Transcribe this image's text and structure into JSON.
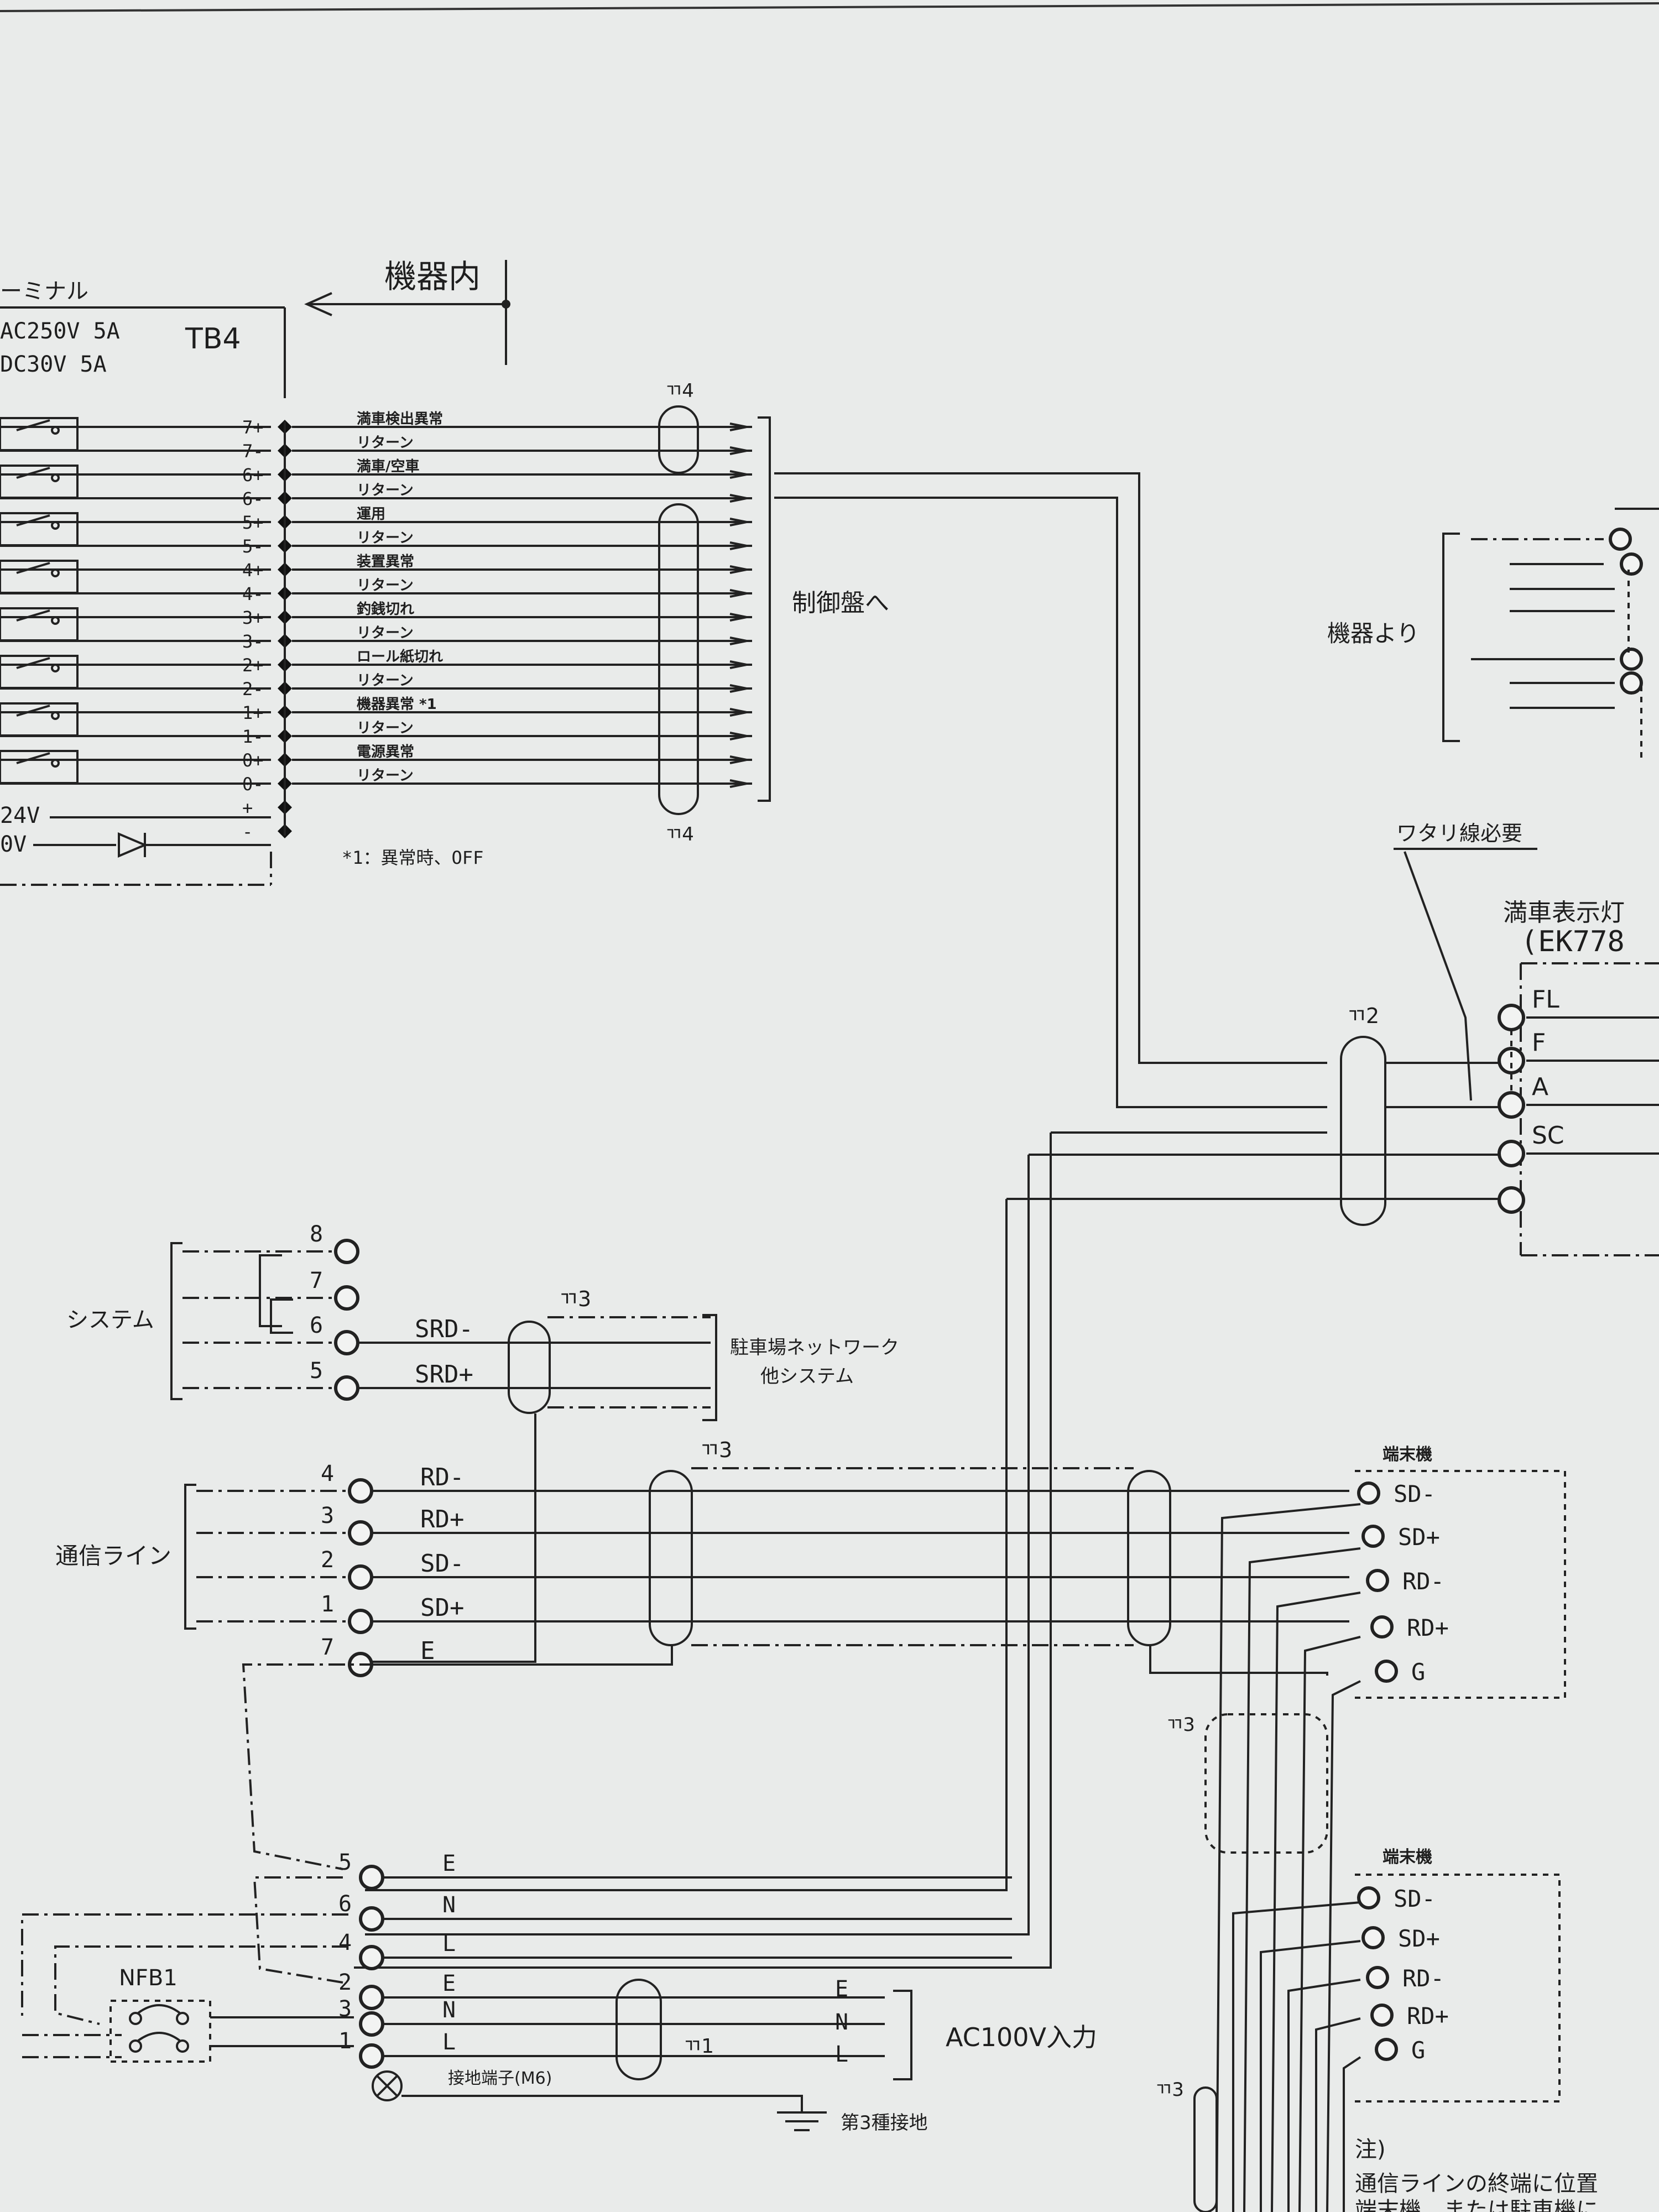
{
  "tb4": {
    "terminal_header": "ーミナル",
    "rating_ac": "AC250V 5A",
    "rating_dc": "DC30V 5A",
    "name": "TB4",
    "inside_equipment": "機器内",
    "rows": [
      {
        "term": "7+",
        "label": "満車検出異常"
      },
      {
        "term": "7-",
        "label": "リターン"
      },
      {
        "term": "6+",
        "label": "満車/空車"
      },
      {
        "term": "6-",
        "label": "リターン"
      },
      {
        "term": "5+",
        "label": "運用"
      },
      {
        "term": "5-",
        "label": "リターン"
      },
      {
        "term": "4+",
        "label": "装置異常"
      },
      {
        "term": "4-",
        "label": "リターン"
      },
      {
        "term": "3+",
        "label": "釣銭切れ"
      },
      {
        "term": "3-",
        "label": "リターン"
      },
      {
        "term": "2+",
        "label": "ロール紙切れ"
      },
      {
        "term": "2-",
        "label": "リターン"
      },
      {
        "term": "1+",
        "label": "機器異常 *1"
      },
      {
        "term": "1-",
        "label": "リターン"
      },
      {
        "term": "0+",
        "label": "電源異常"
      },
      {
        "term": "0-",
        "label": "リターン"
      },
      {
        "term": "+",
        "label": ""
      },
      {
        "term": "-",
        "label": ""
      }
    ],
    "supply_plus": "24V",
    "supply_minus": "0V",
    "footnote": "*1：異常時、OFF",
    "twist_top": "ㄲ4",
    "twist_bottom": "ㄲ4",
    "to_control_panel": "制御盤へ"
  },
  "right_equipment": {
    "from_equipment": "機器より",
    "jumper_required": "ワタリ線必要",
    "full_lamp_title": "満車表示灯",
    "full_lamp_model": "(EK778",
    "full_lamp_terminals": [
      "FL",
      "F",
      "A",
      "SC",
      ""
    ],
    "twist": "ㄲ2"
  },
  "system_block": {
    "label": "システム",
    "terminals": [
      {
        "num": "8",
        "signal": ""
      },
      {
        "num": "7",
        "signal": ""
      },
      {
        "num": "6",
        "signal": "SRD-"
      },
      {
        "num": "5",
        "signal": "SRD+"
      }
    ],
    "twist": "ㄲ3",
    "dest_line1": "駐車場ネットワーク",
    "dest_line2": "他システム"
  },
  "comm_block": {
    "label": "通信ライン",
    "terminals": [
      {
        "num": "4",
        "signal": "RD-"
      },
      {
        "num": "3",
        "signal": "RD+"
      },
      {
        "num": "2",
        "signal": "SD-"
      },
      {
        "num": "1",
        "signal": "SD+"
      },
      {
        "num": "7",
        "signal": "E"
      }
    ],
    "twist": "ㄲ3"
  },
  "terminal_units": [
    {
      "title": "端末機",
      "terminals": [
        "SD-",
        "SD+",
        "RD-",
        "RD+",
        "G"
      ]
    },
    {
      "title": "端末機",
      "terminals": [
        "SD-",
        "SD+",
        "RD-",
        "RD+",
        "G"
      ]
    }
  ],
  "twist_mid": "ㄲ3",
  "twist_low": "ㄲ3",
  "power_block": {
    "terminals": [
      {
        "num": "5",
        "signal": "E"
      },
      {
        "num": "6",
        "signal": "N"
      },
      {
        "num": "4",
        "signal": "L"
      },
      {
        "num": "2",
        "signal": "E"
      },
      {
        "num": "3",
        "signal": "N"
      },
      {
        "num": "1",
        "signal": "L"
      }
    ],
    "breaker": "NFB1",
    "twist": "ㄲ1",
    "input_letters": [
      "E",
      "N",
      "L"
    ],
    "input_label": "AC100V入力",
    "ground_terminal": "接地端子(M6)",
    "ground_class": "第3種接地"
  },
  "note": {
    "title": "注)",
    "line1": "通信ラインの終端に位置",
    "line2": "端末機、または駐車機に"
  }
}
